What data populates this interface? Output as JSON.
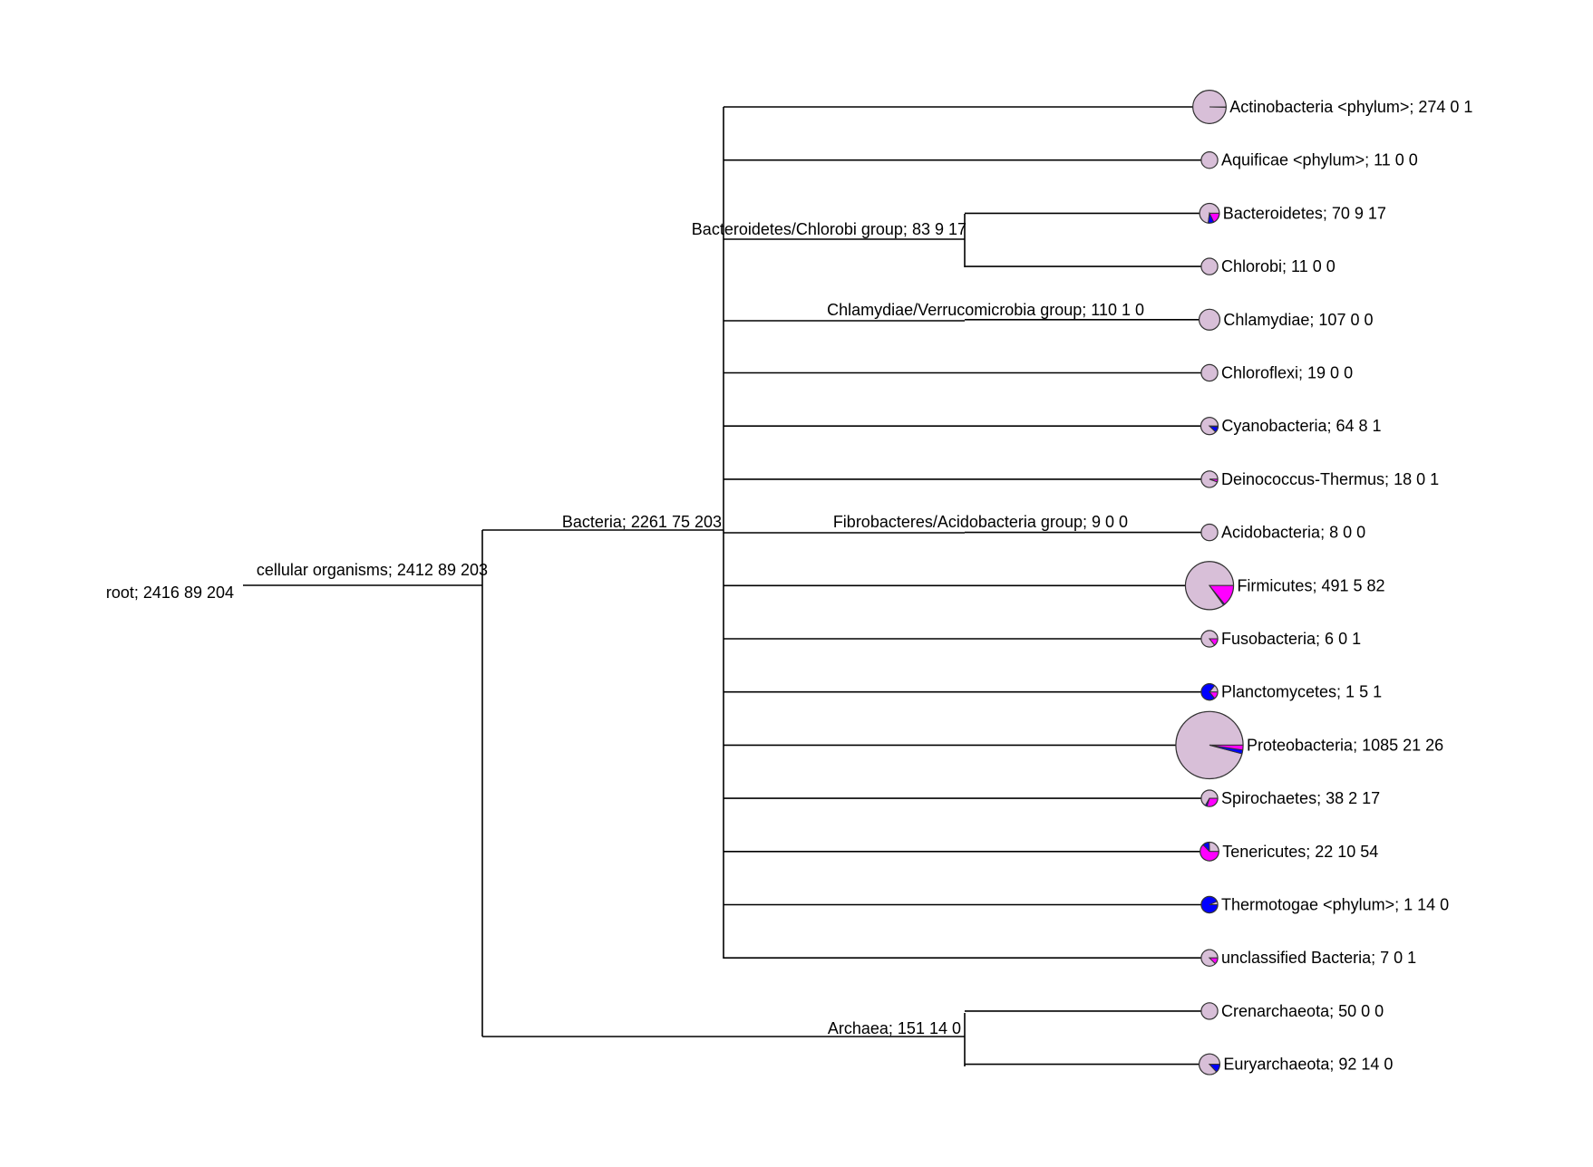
{
  "colors": {
    "pie_base": "#d8bfd8",
    "slice_blue": "#0000ff",
    "slice_magenta": "#ff00ff",
    "outline": "#333333"
  },
  "tree": {
    "root": {
      "label": "root; 2416 89 204",
      "counts": [
        2416,
        89,
        204
      ]
    },
    "cellular": {
      "label": "cellular organisms; 2412 89 203",
      "counts": [
        2412,
        89,
        203
      ]
    },
    "bacteria": {
      "label": "Bacteria; 2261 75 203",
      "counts": [
        2261,
        75,
        203
      ]
    },
    "archaea": {
      "label": "Archaea; 151 14 0",
      "counts": [
        151,
        14,
        0
      ]
    },
    "bacteroidetes_chlorobi": {
      "label": "Bacteroidetes/Chlorobi group; 83 9 17",
      "counts": [
        83,
        9,
        17
      ]
    },
    "chlamydiae_verruco": {
      "label": "Chlamydiae/Verrucomicrobia group; 110 1 0",
      "counts": [
        110,
        1,
        0
      ]
    },
    "fibro_acido": {
      "label": "Fibrobacteres/Acidobacteria group; 9 0 0",
      "counts": [
        9,
        0,
        0
      ]
    },
    "leaves": [
      {
        "label": "Actinobacteria <phylum>; 274 0 1",
        "counts": [
          274,
          0,
          1
        ]
      },
      {
        "label": "Aquificae <phylum>; 11 0 0",
        "counts": [
          11,
          0,
          0
        ]
      },
      {
        "label": "Bacteroidetes; 70 9 17",
        "counts": [
          70,
          9,
          17
        ]
      },
      {
        "label": "Chlorobi; 11 0 0",
        "counts": [
          11,
          0,
          0
        ]
      },
      {
        "label": "Chlamydiae; 107 0 0",
        "counts": [
          107,
          0,
          0
        ]
      },
      {
        "label": "Chloroflexi; 19 0 0",
        "counts": [
          19,
          0,
          0
        ]
      },
      {
        "label": "Cyanobacteria; 64 8 1",
        "counts": [
          64,
          8,
          1
        ]
      },
      {
        "label": "Deinococcus-Thermus; 18 0 1",
        "counts": [
          18,
          0,
          1
        ]
      },
      {
        "label": "Acidobacteria; 8 0 0",
        "counts": [
          8,
          0,
          0
        ]
      },
      {
        "label": "Firmicutes; 491 5 82",
        "counts": [
          491,
          5,
          82
        ]
      },
      {
        "label": "Fusobacteria; 6 0 1",
        "counts": [
          6,
          0,
          1
        ]
      },
      {
        "label": "Planctomycetes; 1 5 1",
        "counts": [
          1,
          5,
          1
        ]
      },
      {
        "label": "Proteobacteria; 1085 21 26",
        "counts": [
          1085,
          21,
          26
        ]
      },
      {
        "label": "Spirochaetes; 38 2 17",
        "counts": [
          38,
          2,
          17
        ]
      },
      {
        "label": "Tenericutes; 22 10 54",
        "counts": [
          22,
          10,
          54
        ]
      },
      {
        "label": "Thermotogae <phylum>; 1 14 0",
        "counts": [
          1,
          14,
          0
        ]
      },
      {
        "label": "unclassified Bacteria; 7 0 1",
        "counts": [
          7,
          0,
          1
        ]
      },
      {
        "label": "Crenarchaeota; 50 0 0",
        "counts": [
          50,
          0,
          0
        ]
      },
      {
        "label": "Euryarchaeota; 92 14 0",
        "counts": [
          92,
          14,
          0
        ]
      }
    ]
  }
}
